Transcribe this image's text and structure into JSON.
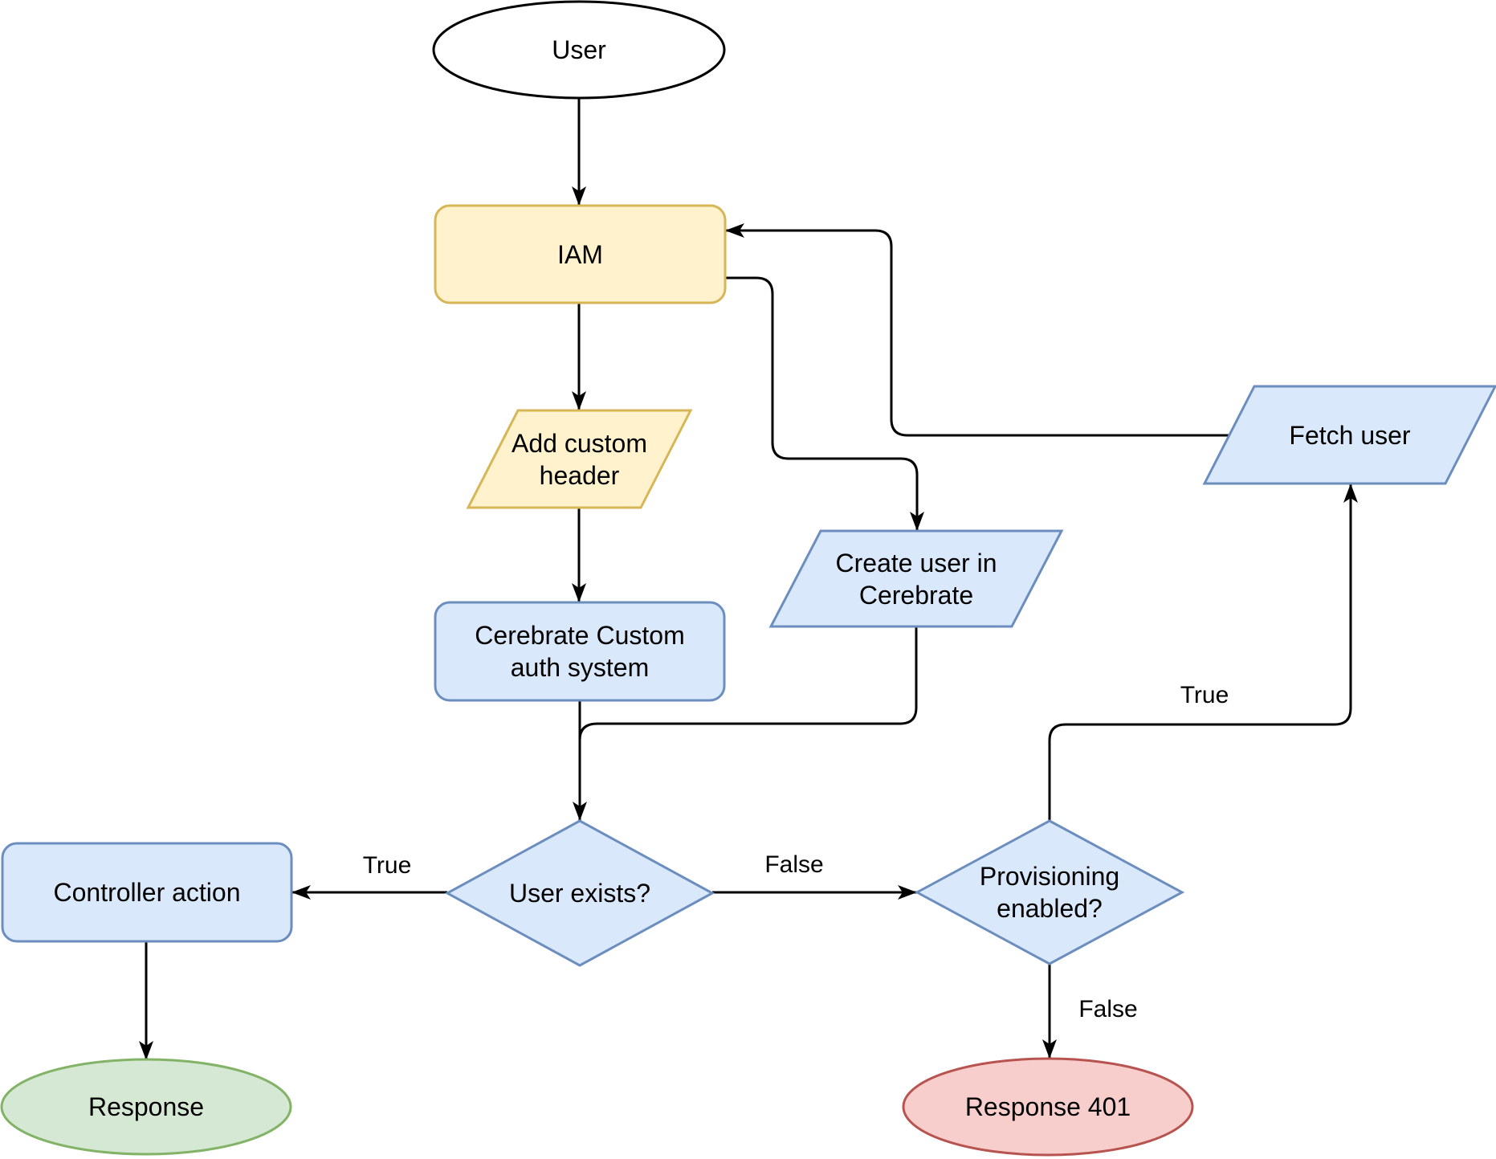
{
  "diagram": {
    "type": "flowchart",
    "nodes": {
      "user": {
        "label": "User",
        "shape": "ellipse"
      },
      "iam": {
        "label": "IAM",
        "shape": "rounded-rect"
      },
      "add_custom_header": {
        "label": "Add custom\nheader",
        "shape": "parallelogram"
      },
      "cerebrate_auth": {
        "label": "Cerebrate Custom\nauth system",
        "shape": "rounded-rect"
      },
      "create_user": {
        "label": "Create user in\nCerebrate",
        "shape": "parallelogram"
      },
      "fetch_user": {
        "label": "Fetch user",
        "shape": "parallelogram"
      },
      "user_exists": {
        "label": "User exists?",
        "shape": "diamond"
      },
      "provisioning": {
        "label": "Provisioning\nenabled?",
        "shape": "diamond"
      },
      "controller_action": {
        "label": "Controller action",
        "shape": "rounded-rect"
      },
      "response": {
        "label": "Response",
        "shape": "ellipse"
      },
      "response_401": {
        "label": "Response 401",
        "shape": "ellipse"
      }
    },
    "edge_labels": {
      "user_exists_true": "True",
      "user_exists_false": "False",
      "provisioning_true": "True",
      "provisioning_false": "False"
    },
    "colors": {
      "yellow_fill": "#fff2cc",
      "yellow_stroke": "#d6b656",
      "blue_fill": "#dae8fc",
      "blue_stroke": "#6c8ebf",
      "green_fill": "#d5e8d4",
      "green_stroke": "#82b366",
      "red_fill": "#f8cecc",
      "red_stroke": "#b85450",
      "plain_fill": "#ffffff",
      "plain_stroke": "#000000",
      "line": "#000000"
    }
  }
}
